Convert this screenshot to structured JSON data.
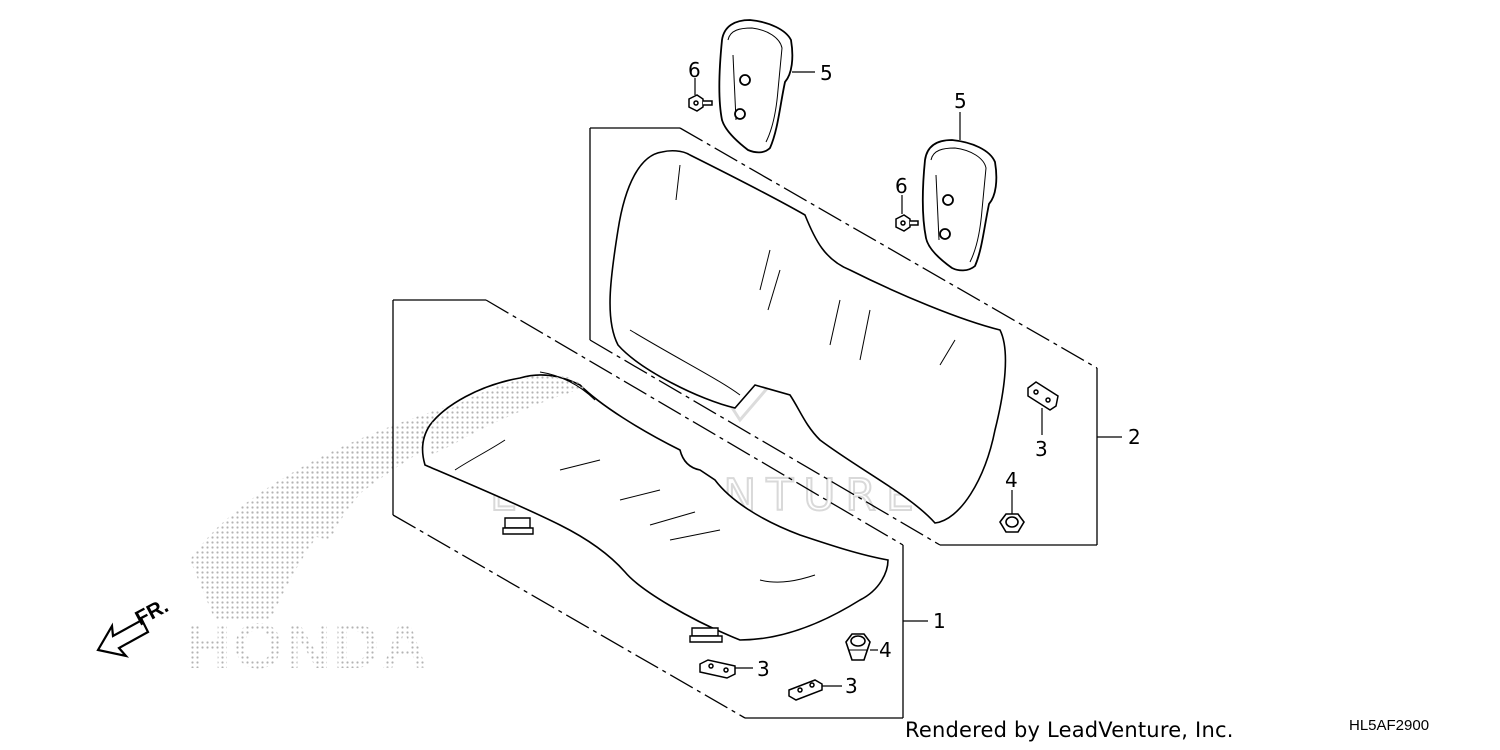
{
  "callouts": {
    "c1": "1",
    "c2": "2",
    "c3a": "3",
    "c3b": "3",
    "c3c": "3",
    "c4a": "4",
    "c4b": "4",
    "c5a": "5",
    "c5b": "5",
    "c6a": "6",
    "c6b": "6"
  },
  "front_arrow": {
    "label": "FR."
  },
  "brand_logo": {
    "text": "HONDA"
  },
  "watermark": {
    "text": "LEADVENTURE"
  },
  "credit": "Rendered by LeadVenture, Inc.",
  "drawing_number": "HL5AF2900",
  "colors": {
    "line": "#000000",
    "watermark": "#d9d9d9",
    "dots": "#b0b0b0",
    "fill": "#ffffff"
  }
}
